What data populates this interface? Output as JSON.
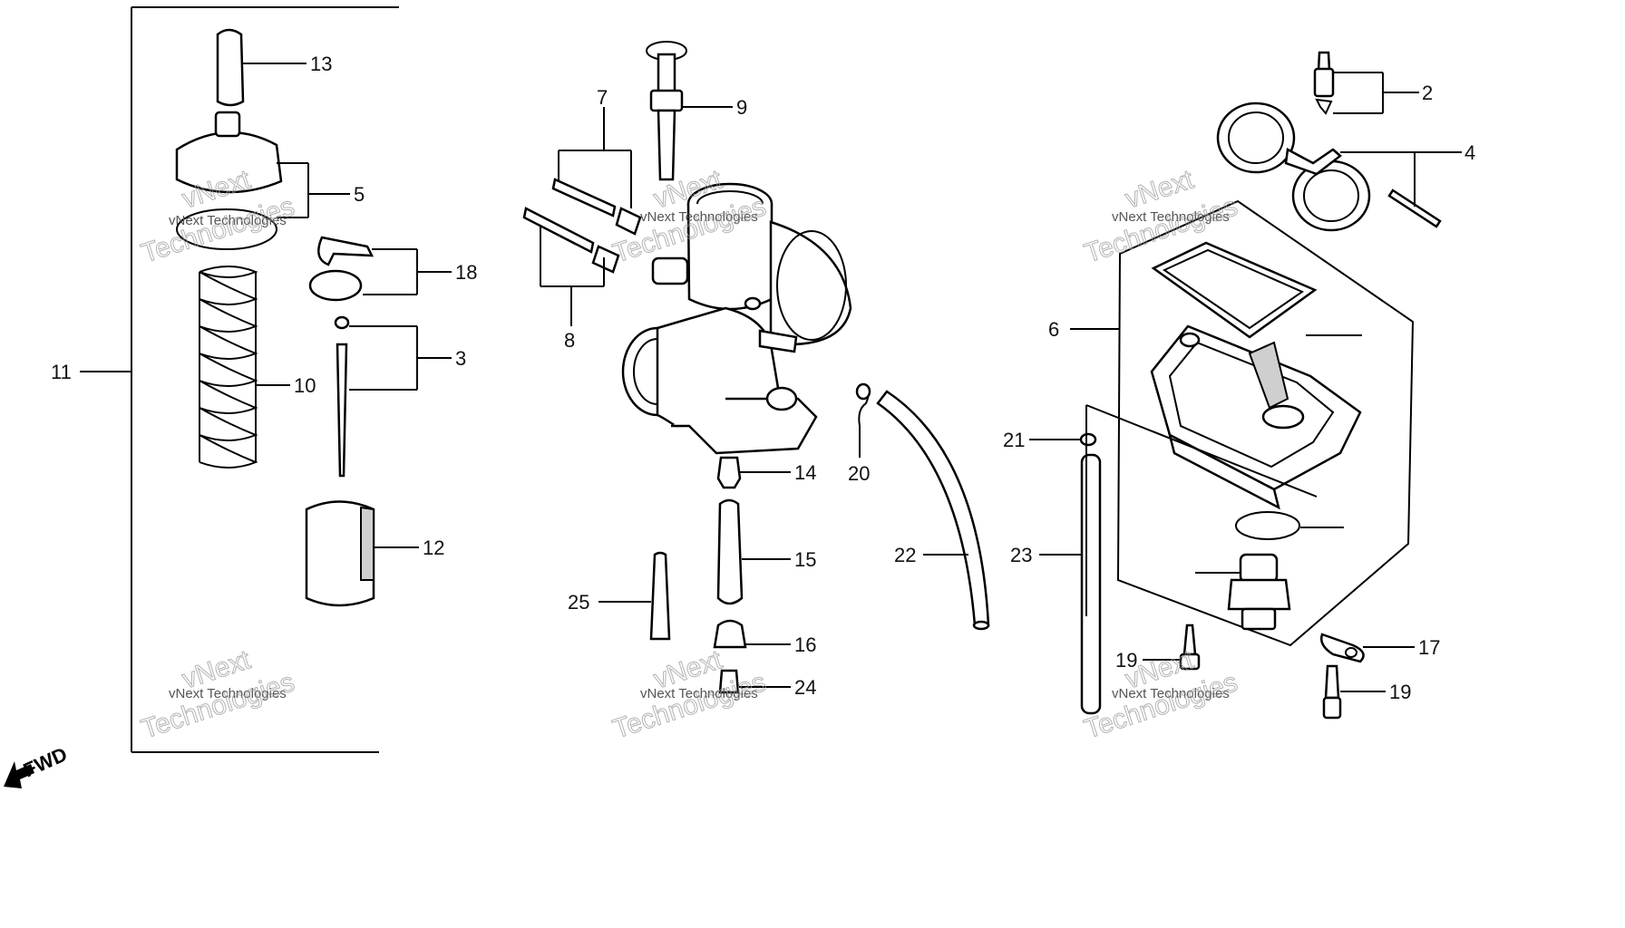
{
  "diagram": {
    "callouts": {
      "c2": "2",
      "c3": "3",
      "c4": "4",
      "c5": "5",
      "c6": "6",
      "c7": "7",
      "c8": "8",
      "c9": "9",
      "c10": "10",
      "c11": "11",
      "c12": "12",
      "c13": "13",
      "c14": "14",
      "c15": "15",
      "c16": "16",
      "c17": "17",
      "c18": "18",
      "c19a": "19",
      "c19b": "19",
      "c20": "20",
      "c21": "21",
      "c22": "22",
      "c23": "23",
      "c24": "24",
      "c25": "25"
    },
    "fwd_label": "FWD",
    "watermark": {
      "line1": "vNext",
      "line2": "vNext Technologies",
      "line3": "Technologies"
    },
    "icons": [
      "fwd-arrow-icon"
    ]
  }
}
